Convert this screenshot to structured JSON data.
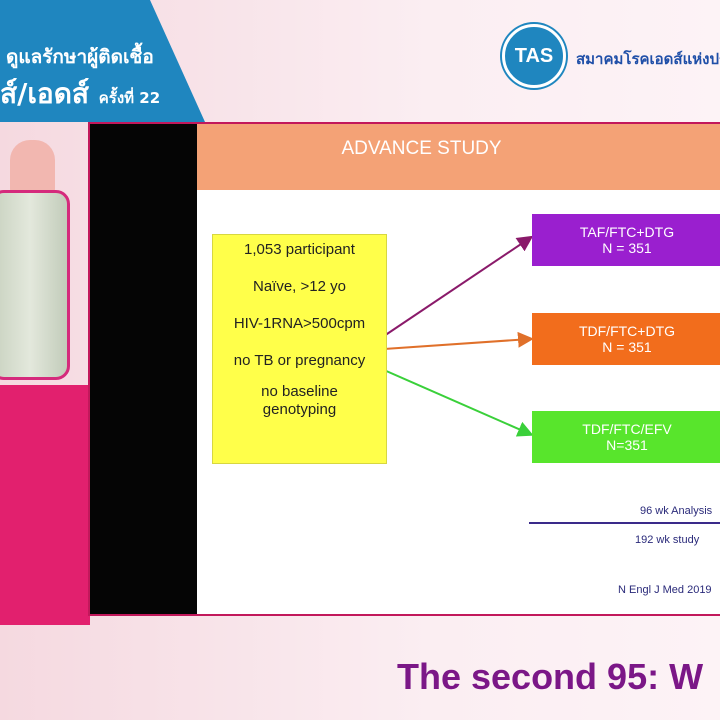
{
  "banner": {
    "title_line1": "ดูแลรักษาผู้ติดเชื้อ",
    "title_line2": "ส์/เอดส์",
    "edition": "ครั้งที่ 22"
  },
  "logo": {
    "text": "TAS",
    "org_name": "สมาคมโรคเอดส์แห่งประ"
  },
  "slide": {
    "title": "ADVANCE STUDY",
    "criteria": [
      "1,053 participant",
      "Naïve, >12 yo",
      "HIV-1RNA>500cpm",
      "no TB or pregnancy",
      "no baseline genotyping"
    ],
    "arms": [
      {
        "regimen": "TAF/FTC+DTG",
        "n": "N = 351",
        "color": "#9a1fcf"
      },
      {
        "regimen": "TDF/FTC+DTG",
        "n": "N = 351",
        "color": "#f26d1c"
      },
      {
        "regimen": "TDF/FTC/EFV",
        "n": "N=351",
        "color": "#58e52c"
      }
    ],
    "analysis": "96 wk Analysis",
    "study": "192  wk study",
    "reference": "N  Engl J Med 2019"
  },
  "footer": {
    "caption": "The second 95: W"
  }
}
